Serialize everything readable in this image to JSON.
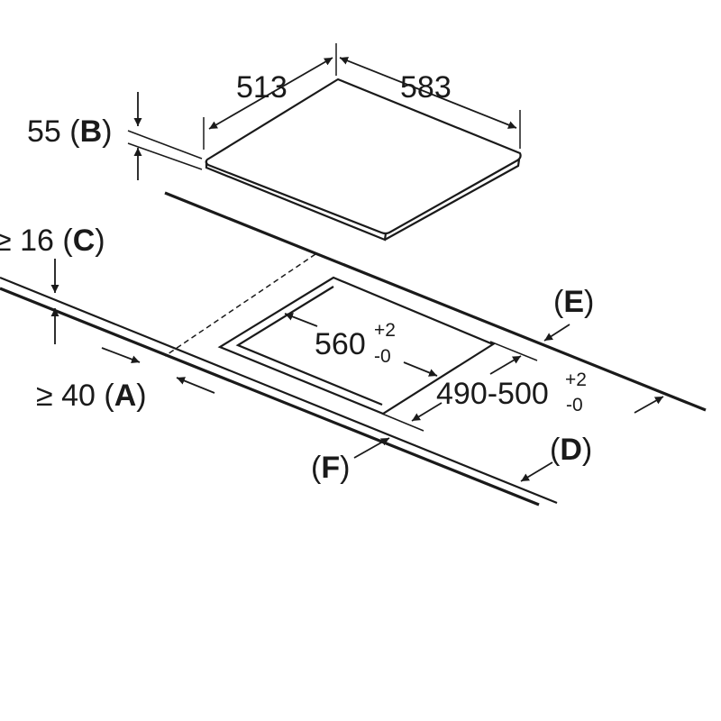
{
  "hob": {
    "width": "513",
    "depth": "583",
    "height_value": "55",
    "height_ref": "B"
  },
  "cutout": {
    "width": "560",
    "width_tol_plus": "+2",
    "width_tol_minus": "-0",
    "depth": "490-500",
    "depth_tol_plus": "+2",
    "depth_tol_minus": "-0"
  },
  "clearances": {
    "front_symbol": "≥",
    "front_value": "40",
    "front_ref": "A",
    "wall_symbol": "≥",
    "wall_value": "16",
    "wall_ref": "C"
  },
  "refs": {
    "D": "D",
    "E": "E",
    "F": "F"
  }
}
